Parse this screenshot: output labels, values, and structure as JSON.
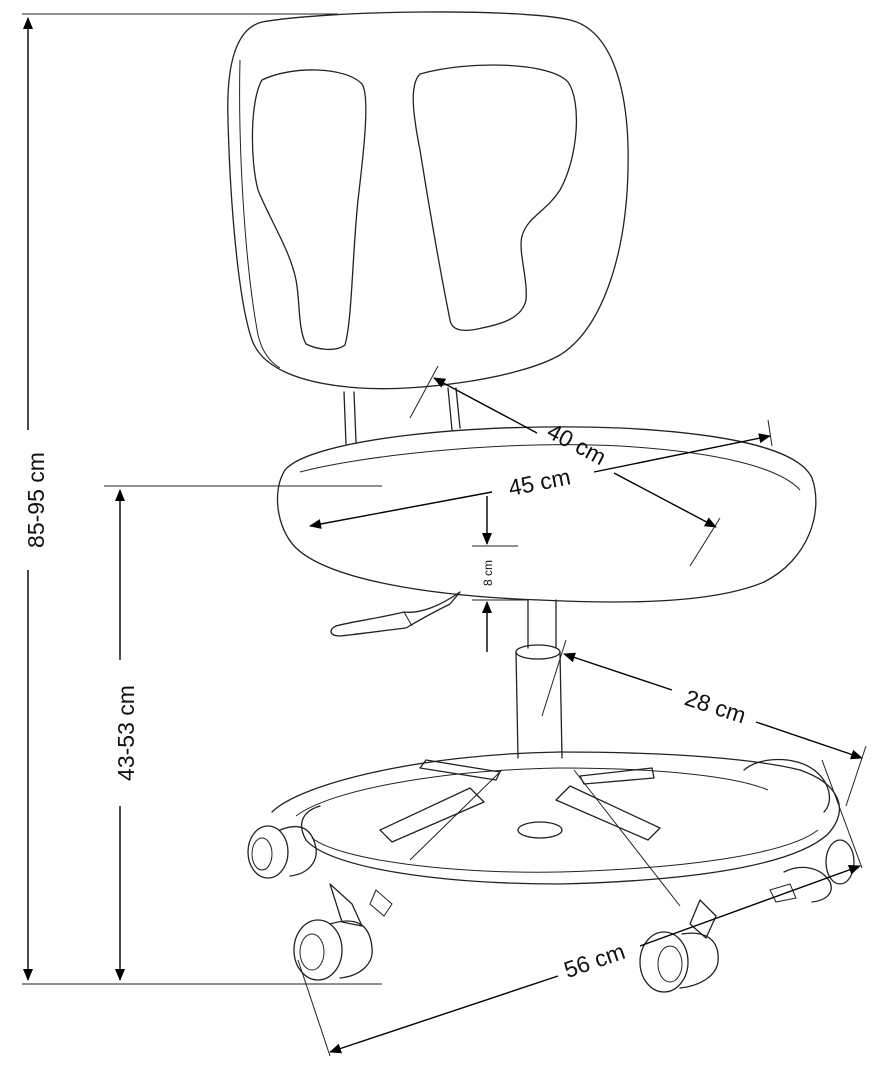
{
  "figure": {
    "subject": "chair",
    "line_color": "#222222",
    "background": "#ffffff"
  },
  "dimensions": {
    "overall_height": "85-95 cm",
    "seat_height": "43-53 cm",
    "seat_depth": "40 cm",
    "seat_width": "45 cm",
    "seat_thickness": "8 cm",
    "foot_ring_offset": "28 cm",
    "base_width": "56 cm"
  }
}
